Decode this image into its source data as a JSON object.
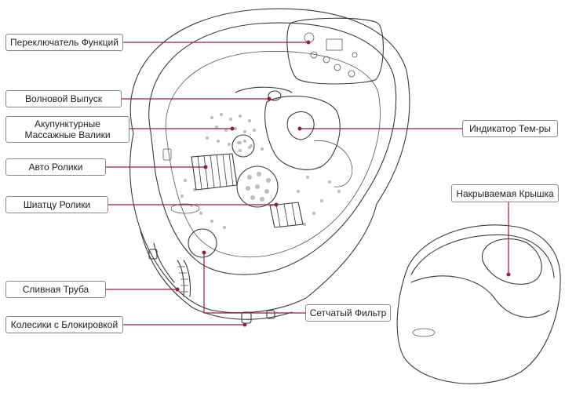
{
  "labels": {
    "function_switch": "Переключатель Функций",
    "wave_outlet": "Волновой Выпуск",
    "acupuncture_rollers": "Акупунктурные\nМассажные Валики",
    "auto_rollers": "Авто Ролики",
    "shiatsu_rollers": "Шиатцу Ролики",
    "drain_pipe": "Сливная Труба",
    "locking_wheels": "Колесики с Блокировкой",
    "temp_indicator": "Индикатор Тем-ры",
    "cover_lid": "Накрываемая Крышка",
    "mesh_filter": "Сетчатый Фильтр"
  },
  "colors": {
    "leader": "#9b1b3d",
    "outline": "#3a3a3a",
    "box_border": "#8a8a8a"
  }
}
